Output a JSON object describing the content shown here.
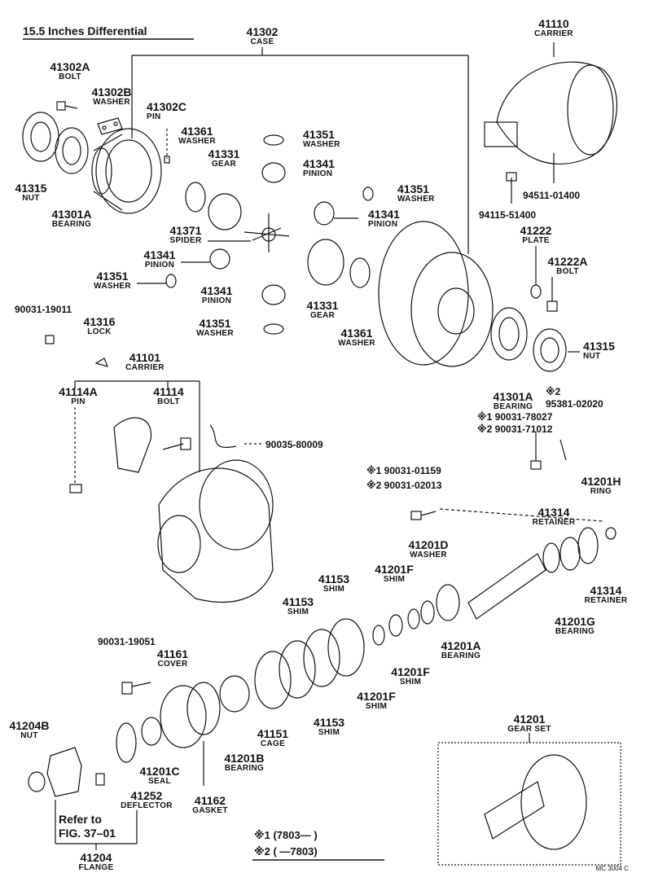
{
  "title": "15.5 Inches Differential",
  "code": "MC 3004 C",
  "refer": {
    "line1": "Refer to",
    "line2": "FIG. 37–01"
  },
  "footnotes": {
    "n1": "※1  (7803—      )",
    "n2": "※2  (      —7803)"
  },
  "labels": {
    "l41302": {
      "num": "41302",
      "name": "CASE"
    },
    "l41302A": {
      "num": "41302A",
      "name": "BOLT"
    },
    "l41302B": {
      "num": "41302B",
      "name": "WASHER"
    },
    "l41302C": {
      "num": "41302C",
      "name": "PIN"
    },
    "l41110": {
      "num": "41110",
      "name": "CARRIER"
    },
    "l41361a": {
      "num": "41361",
      "name": "WASHER"
    },
    "l41331a": {
      "num": "41331",
      "name": "GEAR"
    },
    "l41351a": {
      "num": "41351",
      "name": "WASHER"
    },
    "l41341a": {
      "num": "41341",
      "name": "PINION"
    },
    "l41351b": {
      "num": "41351",
      "name": "WASHER"
    },
    "l41341b": {
      "num": "41341",
      "name": "PINION"
    },
    "l41315a": {
      "num": "41315",
      "name": "NUT"
    },
    "l41301Aa": {
      "num": "41301A",
      "name": "BEARING"
    },
    "l41371": {
      "num": "41371",
      "name": "SPIDER"
    },
    "l41341c": {
      "num": "41341",
      "name": "PINION"
    },
    "l41351c": {
      "num": "41351",
      "name": "WASHER"
    },
    "l41341d": {
      "num": "41341",
      "name": "PINION"
    },
    "l41351d": {
      "num": "41351",
      "name": "WASHER"
    },
    "l41331b": {
      "num": "41331",
      "name": "GEAR"
    },
    "l41361b": {
      "num": "41361",
      "name": "WASHER"
    },
    "l41222": {
      "num": "41222",
      "name": "PLATE"
    },
    "l41222A": {
      "num": "41222A",
      "name": "BOLT"
    },
    "l41315b": {
      "num": "41315",
      "name": "NUT"
    },
    "l41301Ab": {
      "num": "41301A",
      "name": "BEARING"
    },
    "l41316": {
      "num": "41316",
      "name": "LOCK"
    },
    "l41101": {
      "num": "41101",
      "name": "CARRIER"
    },
    "l41114A": {
      "num": "41114A",
      "name": "PIN"
    },
    "l41114": {
      "num": "41114",
      "name": "BOLT"
    },
    "l41201H": {
      "num": "41201H",
      "name": "RING"
    },
    "l41314a": {
      "num": "41314",
      "name": "RETAINER"
    },
    "l41314b": {
      "num": "41314",
      "name": "RETAINER"
    },
    "l41201D": {
      "num": "41201D",
      "name": "WASHER"
    },
    "l41201Fa": {
      "num": "41201F",
      "name": "SHIM"
    },
    "l41153a": {
      "num": "41153",
      "name": "SHIM"
    },
    "l41153b": {
      "num": "41153",
      "name": "SHIM"
    },
    "l41201G": {
      "num": "41201G",
      "name": "BEARING"
    },
    "l41201A": {
      "num": "41201A",
      "name": "BEARING"
    },
    "l41201Fb": {
      "num": "41201F",
      "name": "SHIM"
    },
    "l41201Fc": {
      "num": "41201F",
      "name": "SHIM"
    },
    "l41161": {
      "num": "41161",
      "name": "COVER"
    },
    "l41153c": {
      "num": "41153",
      "name": "SHIM"
    },
    "l41151": {
      "num": "41151",
      "name": "CAGE"
    },
    "l41201B": {
      "num": "41201B",
      "name": "BEARING"
    },
    "l41204B": {
      "num": "41204B",
      "name": "NUT"
    },
    "l41201C": {
      "num": "41201C",
      "name": "SEAL"
    },
    "l41252": {
      "num": "41252",
      "name": "DEFLECTOR"
    },
    "l41162": {
      "num": "41162",
      "name": "GASKET"
    },
    "l41201": {
      "num": "41201",
      "name": "GEAR SET"
    },
    "l41204": {
      "num": "41204",
      "name": "FLANGE"
    }
  },
  "codes": {
    "c90031_19011": "90031-19011",
    "c94511": "94511-01400",
    "c94115": "94115-51400",
    "c90035": "90035-80009",
    "c_star2": "※2",
    "c95381": "95381-02020",
    "c90031_78027": "※1  90031-78027",
    "c90031_71012": "※2  90031-71012",
    "c90031_01159": "※1  90031-01159",
    "c90031_02013": "※2  90031-02013",
    "c90031_19051": "90031-19051"
  }
}
